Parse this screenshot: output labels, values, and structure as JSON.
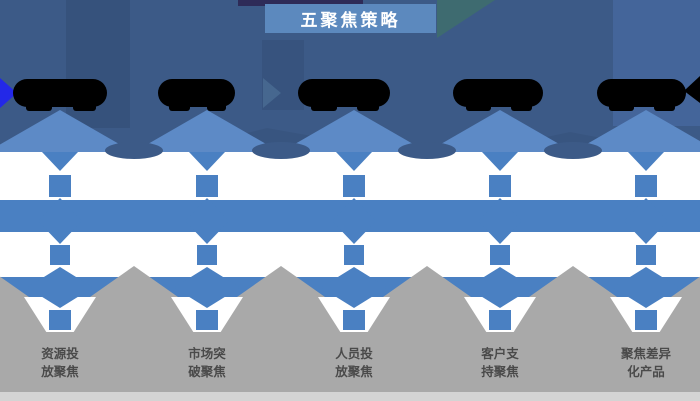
{
  "header": {
    "title": "五聚焦策略"
  },
  "columns": [
    {
      "label": "资源投\n放聚焦"
    },
    {
      "label": "市场突\n破聚焦"
    },
    {
      "label": "人员投\n放聚焦"
    },
    {
      "label": "客户支\n持聚焦"
    },
    {
      "label": "聚焦差异\n化产品"
    }
  ],
  "colors": {
    "background_dark_blue": "#3C5A87",
    "accent_blue": "#4A80C2",
    "funnel_light_blue": "#5D8AC6",
    "title_box_blue": "#5C89BE",
    "mountain_gray": "#A9A9A9",
    "bottom_strip_gray": "#D4D4D4",
    "bright_blue_arrow": "#2328E8",
    "redaction_black": "#000000",
    "teal_accent": "#3E6B70",
    "label_text_gray": "#4A4A4A"
  }
}
